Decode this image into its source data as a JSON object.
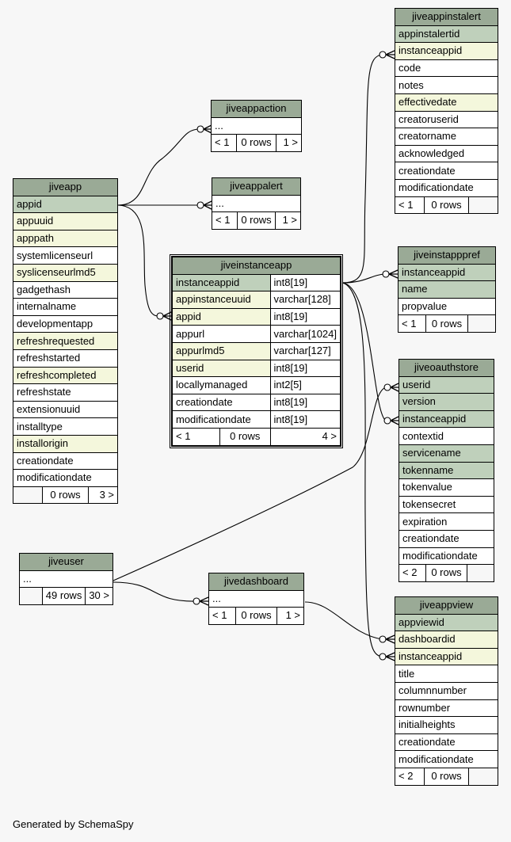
{
  "footer": "Generated by SchemaSpy",
  "tables": {
    "jiveapp": {
      "name": "jiveapp",
      "columns": [
        {
          "name": "appid",
          "kind": "pk"
        },
        {
          "name": "appuuid",
          "kind": "fk"
        },
        {
          "name": "apppath",
          "kind": "fk"
        },
        {
          "name": "systemlicenseurl",
          "kind": ""
        },
        {
          "name": "syslicenseurlmd5",
          "kind": "fk"
        },
        {
          "name": "gadgethash",
          "kind": ""
        },
        {
          "name": "internalname",
          "kind": ""
        },
        {
          "name": "developmentapp",
          "kind": ""
        },
        {
          "name": "refreshrequested",
          "kind": "fk"
        },
        {
          "name": "refreshstarted",
          "kind": ""
        },
        {
          "name": "refreshcompleted",
          "kind": "fk"
        },
        {
          "name": "refreshstate",
          "kind": ""
        },
        {
          "name": "extensionuuid",
          "kind": ""
        },
        {
          "name": "installtype",
          "kind": ""
        },
        {
          "name": "installorigin",
          "kind": "fk"
        },
        {
          "name": "creationdate",
          "kind": ""
        },
        {
          "name": "modificationdate",
          "kind": ""
        }
      ],
      "footer": [
        "",
        "0 rows",
        "3 >"
      ]
    },
    "jiveappaction": {
      "name": "jiveappaction",
      "columns": [
        {
          "name": "...",
          "kind": ""
        }
      ],
      "footer": [
        "< 1",
        "0 rows",
        "1 >"
      ]
    },
    "jiveappalert": {
      "name": "jiveappalert",
      "columns": [
        {
          "name": "...",
          "kind": ""
        }
      ],
      "footer": [
        "< 1",
        "0 rows",
        "1 >"
      ]
    },
    "jiveinstanceapp": {
      "name": "jiveinstanceapp",
      "columns": [
        {
          "name": "instanceappid",
          "type": "int8[19]",
          "kind": "pk"
        },
        {
          "name": "appinstanceuuid",
          "type": "varchar[128]",
          "kind": "fk"
        },
        {
          "name": "appid",
          "type": "int8[19]",
          "kind": "fk"
        },
        {
          "name": "appurl",
          "type": "varchar[1024]",
          "kind": ""
        },
        {
          "name": "appurlmd5",
          "type": "varchar[127]",
          "kind": "fk"
        },
        {
          "name": "userid",
          "type": "int8[19]",
          "kind": "fk"
        },
        {
          "name": "locallymanaged",
          "type": "int2[5]",
          "kind": ""
        },
        {
          "name": "creationdate",
          "type": "int8[19]",
          "kind": ""
        },
        {
          "name": "modificationdate",
          "type": "int8[19]",
          "kind": ""
        }
      ],
      "footer": [
        "< 1",
        "0 rows",
        "4 >"
      ]
    },
    "jiveappinstalert": {
      "name": "jiveappinstalert",
      "columns": [
        {
          "name": "appinstalertid",
          "kind": "pk"
        },
        {
          "name": "instanceappid",
          "kind": "fk"
        },
        {
          "name": "code",
          "kind": ""
        },
        {
          "name": "notes",
          "kind": ""
        },
        {
          "name": "effectivedate",
          "kind": "fk"
        },
        {
          "name": "creatoruserid",
          "kind": ""
        },
        {
          "name": "creatorname",
          "kind": ""
        },
        {
          "name": "acknowledged",
          "kind": ""
        },
        {
          "name": "creationdate",
          "kind": ""
        },
        {
          "name": "modificationdate",
          "kind": ""
        }
      ],
      "footer": [
        "< 1",
        "0 rows",
        ""
      ]
    },
    "jiveinstapppref": {
      "name": "jiveinstapppref",
      "columns": [
        {
          "name": "instanceappid",
          "kind": "pk"
        },
        {
          "name": "name",
          "kind": "pk"
        },
        {
          "name": "propvalue",
          "kind": ""
        }
      ],
      "footer": [
        "< 1",
        "0 rows",
        ""
      ]
    },
    "jiveoauthstore": {
      "name": "jiveoauthstore",
      "columns": [
        {
          "name": "userid",
          "kind": "pk"
        },
        {
          "name": "version",
          "kind": "pk"
        },
        {
          "name": "instanceappid",
          "kind": "pk"
        },
        {
          "name": "contextid",
          "kind": ""
        },
        {
          "name": "servicename",
          "kind": "pk"
        },
        {
          "name": "tokenname",
          "kind": "pk"
        },
        {
          "name": "tokenvalue",
          "kind": ""
        },
        {
          "name": "tokensecret",
          "kind": ""
        },
        {
          "name": "expiration",
          "kind": ""
        },
        {
          "name": "creationdate",
          "kind": ""
        },
        {
          "name": "modificationdate",
          "kind": ""
        }
      ],
      "footer": [
        "< 2",
        "0 rows",
        ""
      ]
    },
    "jiveuser": {
      "name": "jiveuser",
      "columns": [
        {
          "name": "...",
          "kind": ""
        }
      ],
      "footer": [
        "",
        "49 rows",
        "30 >"
      ]
    },
    "jivedashboard": {
      "name": "jivedashboard",
      "columns": [
        {
          "name": "...",
          "kind": ""
        }
      ],
      "footer": [
        "< 1",
        "0 rows",
        "1 >"
      ]
    },
    "jiveappview": {
      "name": "jiveappview",
      "columns": [
        {
          "name": "appviewid",
          "kind": "pk"
        },
        {
          "name": "dashboardid",
          "kind": "fk"
        },
        {
          "name": "instanceappid",
          "kind": "fk"
        },
        {
          "name": "title",
          "kind": ""
        },
        {
          "name": "columnnumber",
          "kind": ""
        },
        {
          "name": "rownumber",
          "kind": ""
        },
        {
          "name": "initialheights",
          "kind": ""
        },
        {
          "name": "creationdate",
          "kind": ""
        },
        {
          "name": "modificationdate",
          "kind": ""
        }
      ],
      "footer": [
        "< 2",
        "0 rows",
        ""
      ]
    }
  },
  "relationships": [
    {
      "from": "jiveapp.appid",
      "to": "jiveappaction"
    },
    {
      "from": "jiveapp.appid",
      "to": "jiveappalert"
    },
    {
      "from": "jiveapp.appid",
      "to": "jiveinstanceapp.appid"
    },
    {
      "from": "jiveinstanceapp.instanceappid",
      "to": "jiveappinstalert.instanceappid"
    },
    {
      "from": "jiveinstanceapp.instanceappid",
      "to": "jiveinstapppref.instanceappid"
    },
    {
      "from": "jiveinstanceapp.instanceappid",
      "to": "jiveoauthstore.instanceappid"
    },
    {
      "from": "jiveinstanceapp.instanceappid",
      "to": "jiveappview.instanceappid"
    },
    {
      "from": "jiveuser",
      "to": "jiveoauthstore.userid"
    },
    {
      "from": "jiveuser",
      "to": "jivedashboard"
    },
    {
      "from": "jivedashboard",
      "to": "jiveappview.dashboardid"
    }
  ]
}
